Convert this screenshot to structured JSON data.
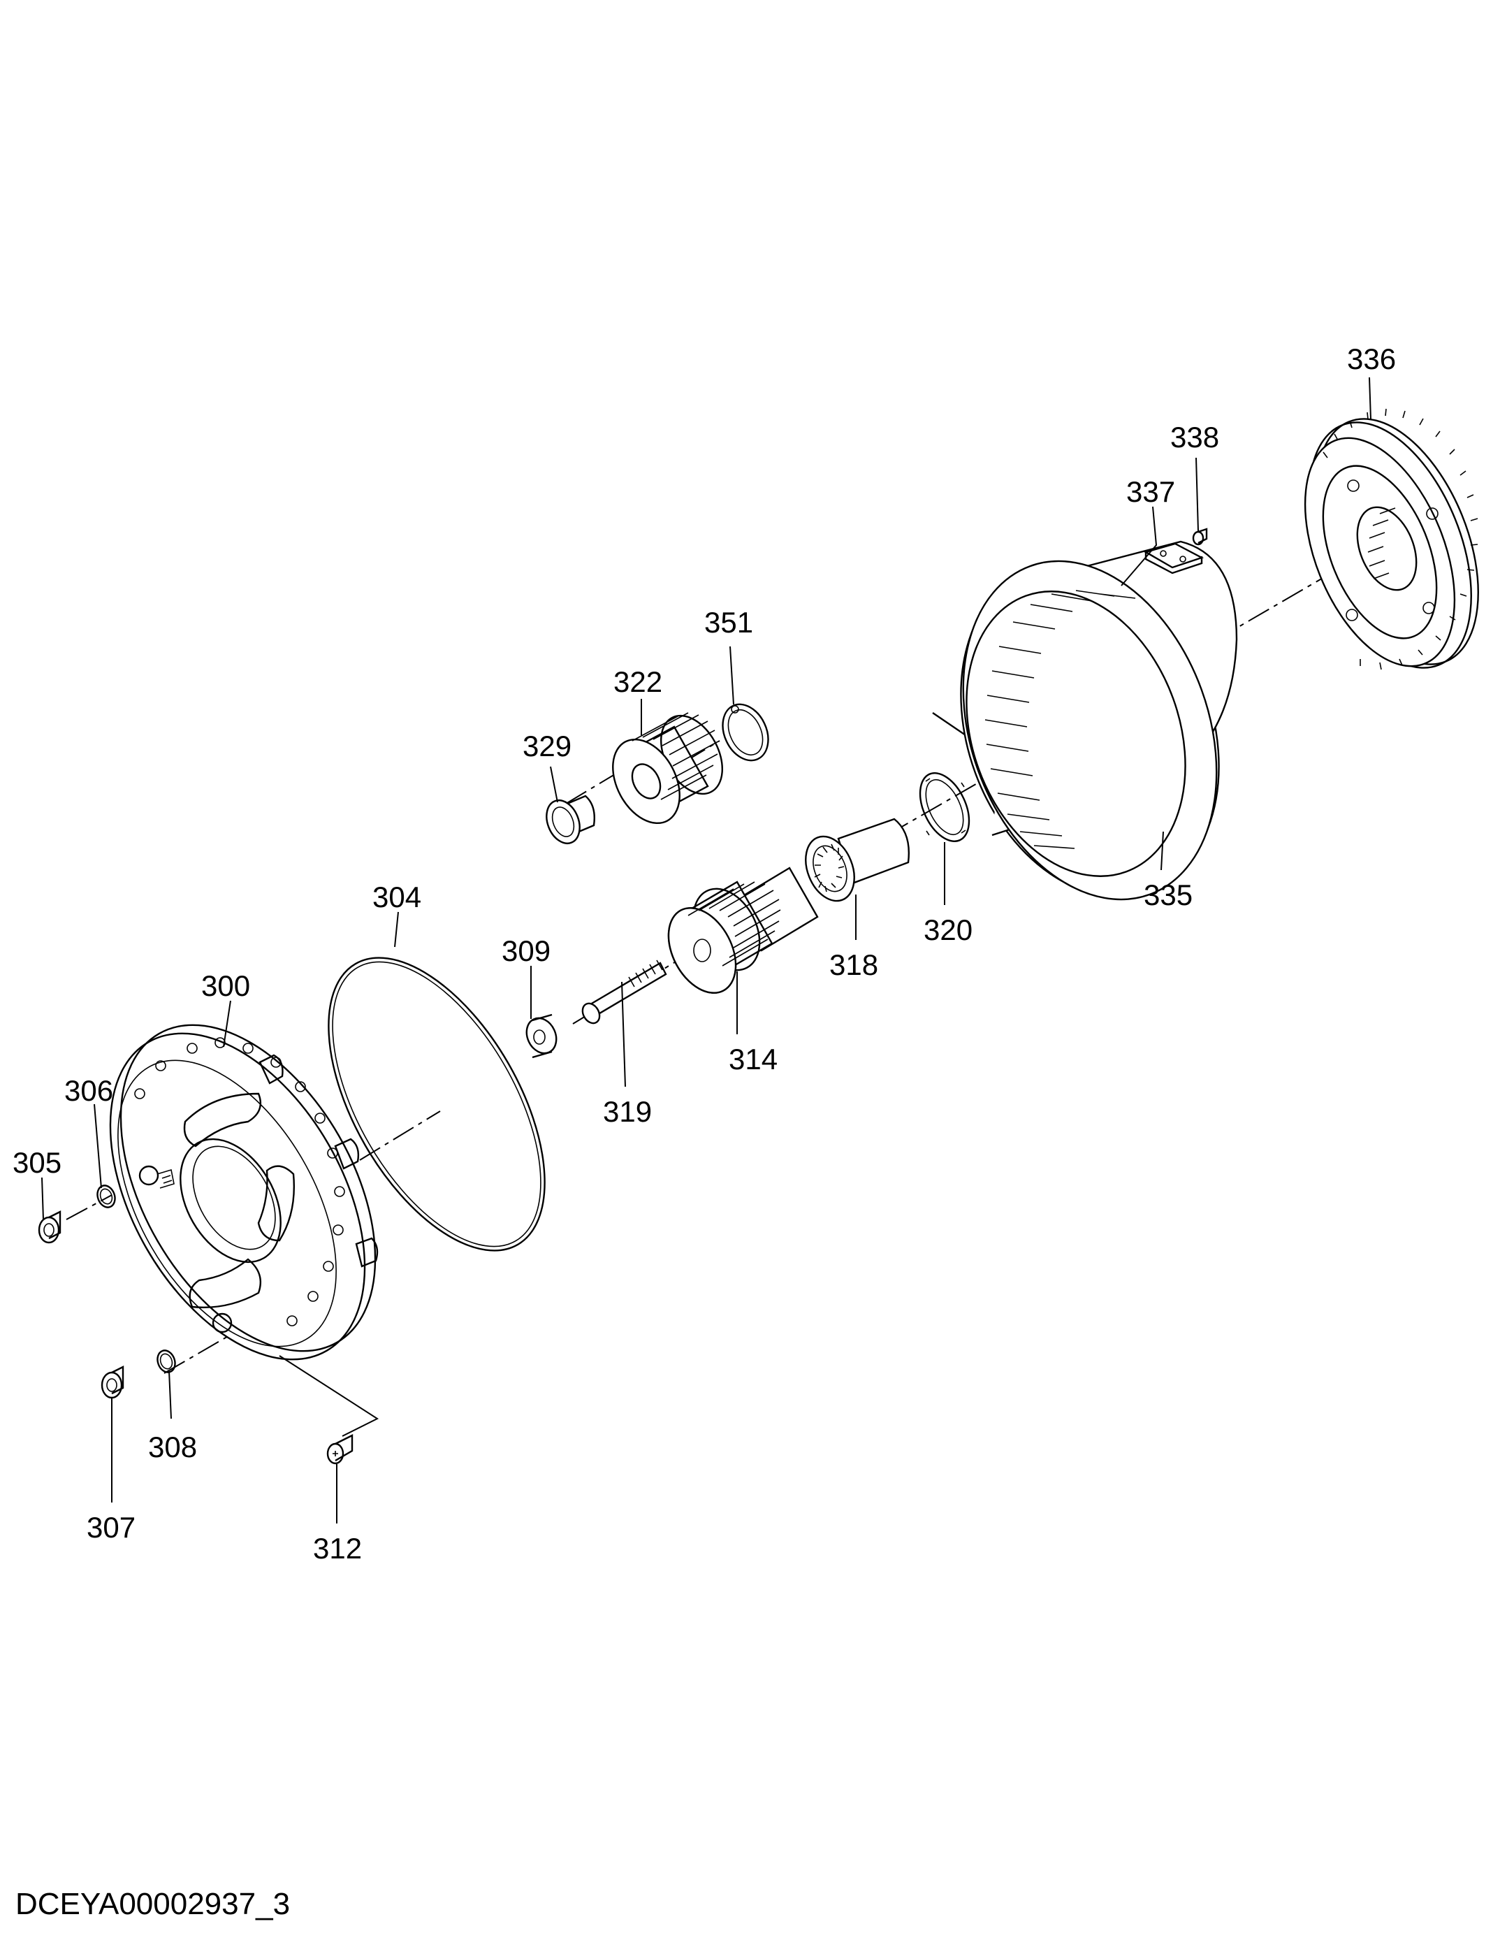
{
  "drawing": {
    "document_id": "DCEYA00002937_3",
    "parts": [
      {
        "key": "p300",
        "label": "300"
      },
      {
        "key": "p304",
        "label": "304"
      },
      {
        "key": "p305",
        "label": "305"
      },
      {
        "key": "p306",
        "label": "306"
      },
      {
        "key": "p307",
        "label": "307"
      },
      {
        "key": "p308",
        "label": "308"
      },
      {
        "key": "p309",
        "label": "309"
      },
      {
        "key": "p312",
        "label": "312"
      },
      {
        "key": "p314",
        "label": "314"
      },
      {
        "key": "p318",
        "label": "318"
      },
      {
        "key": "p319",
        "label": "319"
      },
      {
        "key": "p320",
        "label": "320"
      },
      {
        "key": "p322",
        "label": "322"
      },
      {
        "key": "p329",
        "label": "329"
      },
      {
        "key": "p335",
        "label": "335"
      },
      {
        "key": "p336",
        "label": "336"
      },
      {
        "key": "p337",
        "label": "337"
      },
      {
        "key": "p338",
        "label": "338"
      },
      {
        "key": "p351",
        "label": "351"
      }
    ]
  }
}
